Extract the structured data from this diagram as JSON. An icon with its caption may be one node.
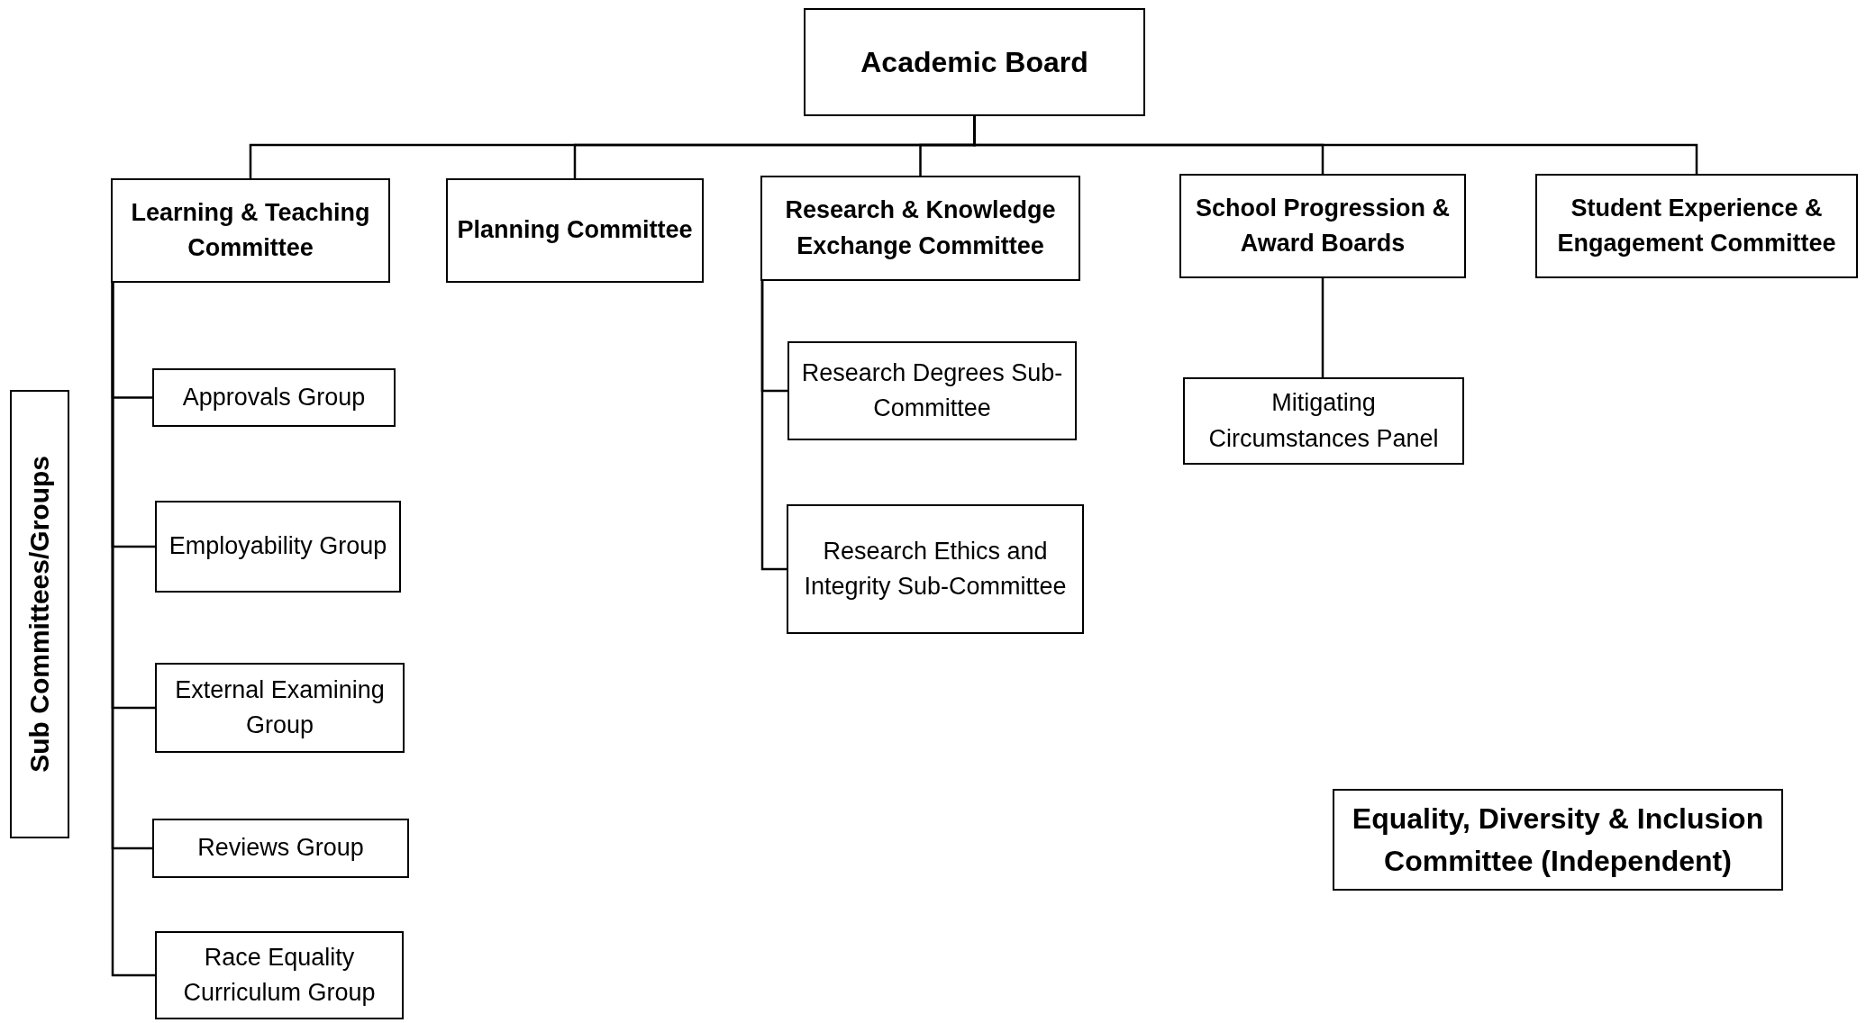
{
  "diagram": {
    "nodes": [
      {
        "text": [
          "Academic Board"
        ]
      },
      {
        "text": [
          "Learning & Teaching Committee"
        ]
      },
      {
        "text": [
          "Planning Committee"
        ]
      },
      {
        "text": [
          "Research & Knowledge Exchange Committee"
        ]
      },
      {
        "text": [
          "School Progression & Award Boards"
        ]
      },
      {
        "text": [
          "Student Experience & Engagement Committee"
        ]
      },
      {
        "text": [
          "Sub Committees/Groups"
        ]
      },
      {
        "text": [
          "Approvals Group"
        ]
      },
      {
        "text": [
          "Employability Group"
        ]
      },
      {
        "text": [
          "External Examining Group"
        ]
      },
      {
        "text": [
          "Reviews Group"
        ]
      },
      {
        "text": [
          "Race Equality Curriculum Group"
        ]
      },
      {
        "text": [
          "Research Degrees Sub-Committee"
        ]
      },
      {
        "text": [
          "Research Ethics and Integrity Sub-Committee"
        ]
      },
      {
        "text": [
          "Mitigating Circumstances Panel"
        ]
      },
      {
        "text": [
          "Equality, Diversity & Inclusion Committee (Independent)"
        ]
      }
    ],
    "edges": [
      {
        "from": 0,
        "to": 1,
        "arrow": "none"
      },
      {
        "from": 0,
        "to": 2,
        "arrow": "none"
      },
      {
        "from": 0,
        "to": 3,
        "arrow": "none"
      },
      {
        "from": 0,
        "to": 4,
        "arrow": "none"
      },
      {
        "from": 0,
        "to": 5,
        "arrow": "none"
      },
      {
        "from": 1,
        "to": 7,
        "arrow": "none"
      },
      {
        "from": 1,
        "to": 8,
        "arrow": "none"
      },
      {
        "from": 1,
        "to": 9,
        "arrow": "none"
      },
      {
        "from": 1,
        "to": 10,
        "arrow": "none"
      },
      {
        "from": 1,
        "to": 11,
        "arrow": "none"
      },
      {
        "from": 3,
        "to": 12,
        "arrow": "none"
      },
      {
        "from": 3,
        "to": 13,
        "arrow": "none"
      },
      {
        "from": 4,
        "to": 14,
        "arrow": "none"
      }
    ]
  }
}
